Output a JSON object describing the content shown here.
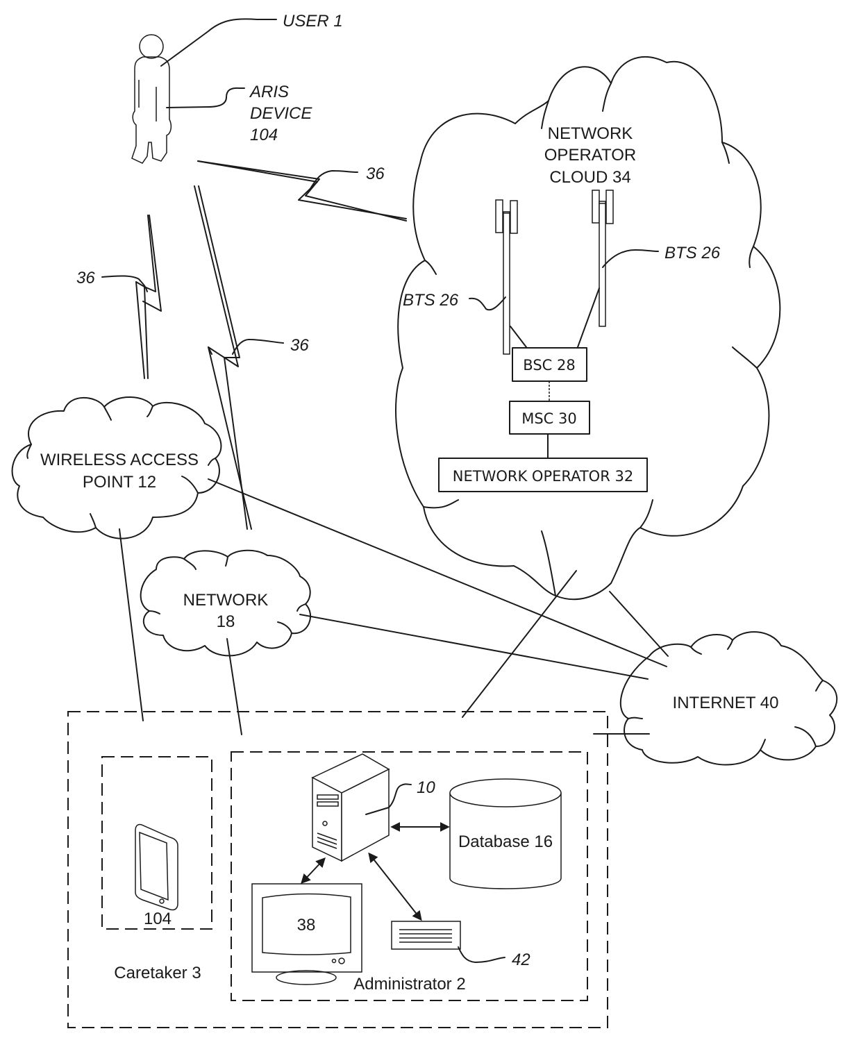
{
  "figure": {
    "type": "network system diagram",
    "colors": {
      "line": "#1a1a1a",
      "background": "#ffffff"
    }
  },
  "user": {
    "label": "USER 1",
    "icon": "person-icon"
  },
  "aris_device": {
    "label_lines": [
      "ARIS",
      "DEVICE",
      "104"
    ]
  },
  "wireless_links": [
    {
      "ref": "36",
      "from": "user",
      "to": "network-operator-cloud"
    },
    {
      "ref": "36",
      "from": "user",
      "to": "wireless-access-point"
    },
    {
      "ref": "36",
      "from": "user",
      "to": "network"
    }
  ],
  "network_operator_cloud": {
    "label_lines": [
      "NETWORK",
      "OPERATOR",
      "CLOUD 34"
    ],
    "bts_left": "BTS 26",
    "bts_right": "BTS 26",
    "bsc": "BSC 28",
    "msc": "MSC 30",
    "operator": "NETWORK OPERATOR 32"
  },
  "wireless_access_point": {
    "label_lines": [
      "WIRELESS ACCESS",
      "POINT 12"
    ]
  },
  "network": {
    "label_lines": [
      "NETWORK",
      "18"
    ]
  },
  "internet": {
    "label": "INTERNET 40"
  },
  "caretaker": {
    "label": "Caretaker 3",
    "device_ref": "104",
    "icon": "tablet-icon"
  },
  "administrator": {
    "label": "Administrator 2",
    "server_ref": "10",
    "database": "Database 16",
    "monitor_ref": "38",
    "keyboard_ref": "42"
  }
}
